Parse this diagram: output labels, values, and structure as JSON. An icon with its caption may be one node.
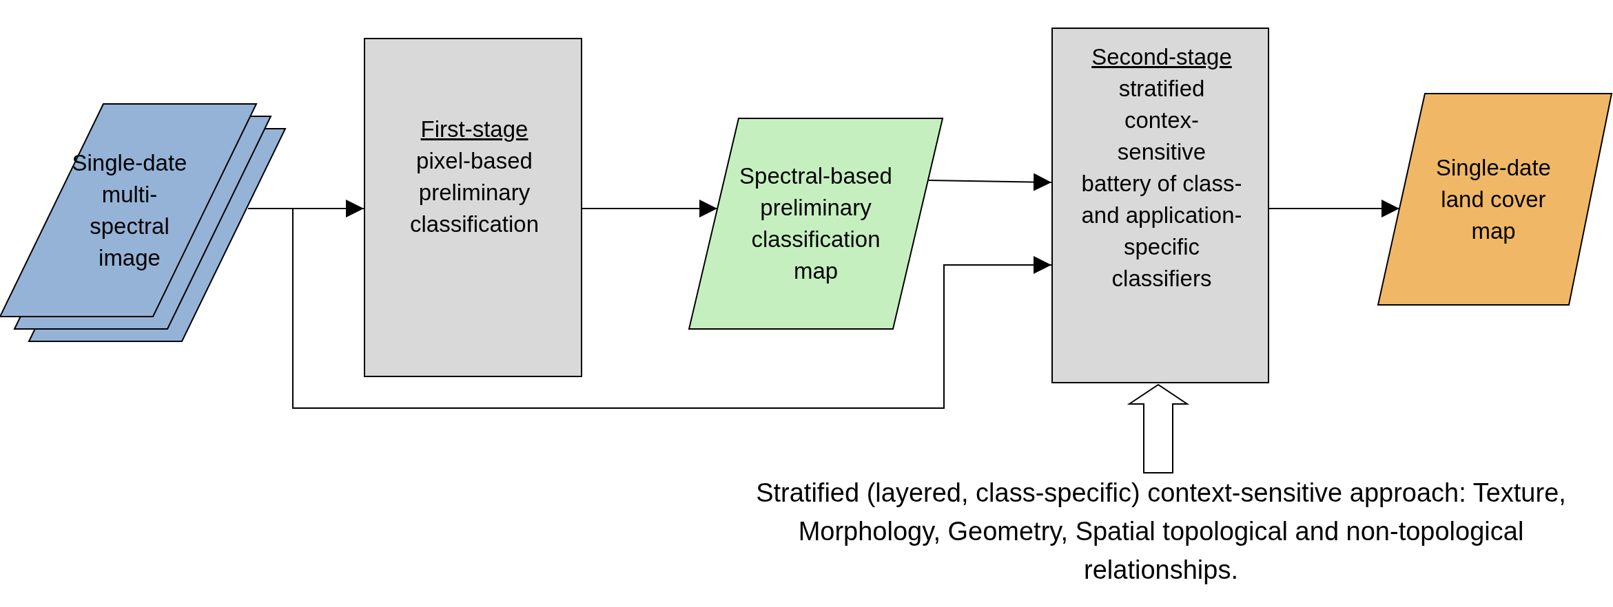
{
  "diagram": {
    "nodes": [
      {
        "text": [
          "Single-date multi-spectral image"
        ]
      },
      {
        "text": [
          "First-stage",
          "pixel-based preliminary classification"
        ]
      },
      {
        "text": [
          "Spectral-based preliminary classification map"
        ]
      },
      {
        "text": [
          "Second-stage",
          "stratified contex-sensitive battery of class- and application-specific classifiers"
        ]
      },
      {
        "text": [
          "Single-date land cover map"
        ]
      },
      {
        "text": [
          "Stratified (layered, class-specific) context-sensitive approach: Texture, Morphology, Geometry, Spatial topological and non-topological relationships."
        ]
      }
    ],
    "edges": [
      {
        "from": 0,
        "to": 1,
        "arrow": "to"
      },
      {
        "from": 1,
        "to": 2,
        "arrow": "to"
      },
      {
        "from": 2,
        "to": 3,
        "arrow": "to"
      },
      {
        "from": 0,
        "to": 3,
        "arrow": "to"
      },
      {
        "from": 3,
        "to": 4,
        "arrow": "to"
      },
      {
        "from": 5,
        "to": 3,
        "arrow": "to",
        "style": "thick"
      }
    ]
  }
}
